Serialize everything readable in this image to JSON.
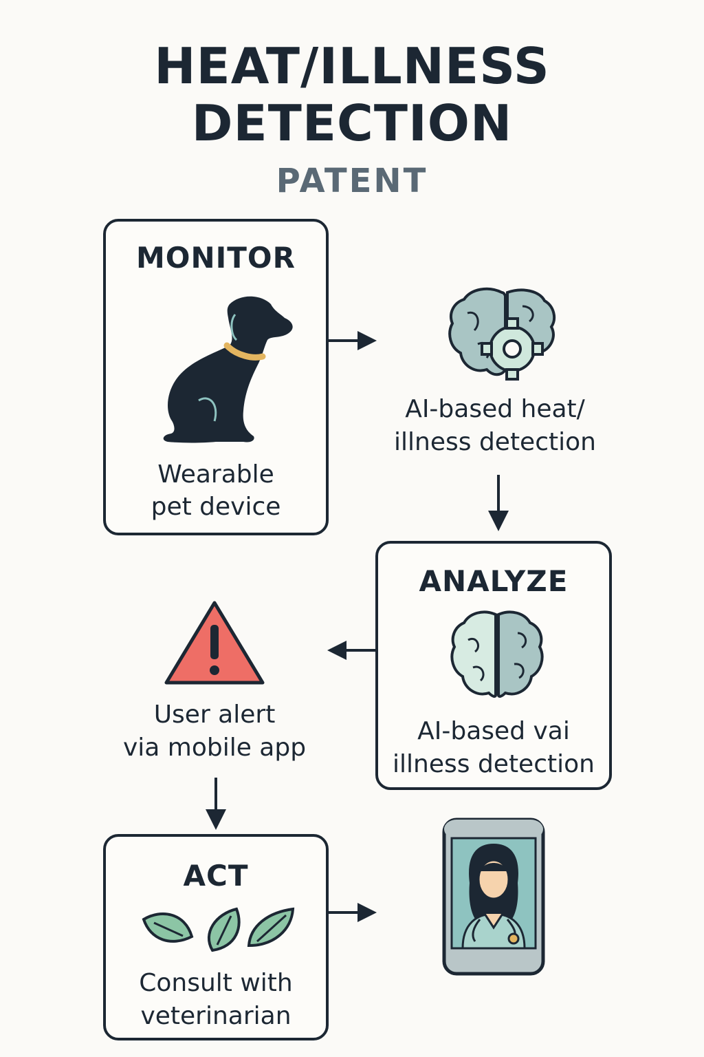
{
  "header": {
    "title_line1": "HEAT/ILLNESS",
    "title_line2": "DETECTION",
    "subtitle": "PATENT"
  },
  "monitor": {
    "heading": "MONITOR",
    "icon": "dog-icon",
    "caption_line1": "Wearable",
    "caption_line2": "pet device"
  },
  "ai_detection": {
    "icon": "brain-gear-icon",
    "caption_line1": "AI-based heat/",
    "caption_line2": "illness detection"
  },
  "analyze": {
    "heading": "ANALYZE",
    "icon": "brain-icon",
    "caption_line1": "AI-based vai",
    "caption_line2": "illness detection"
  },
  "alert": {
    "icon": "warning-icon",
    "caption_line1": "User alert",
    "caption_line2": "via mobile app"
  },
  "act": {
    "heading": "ACT",
    "icon": "leaves-icon",
    "caption_line1": "Consult with",
    "caption_line2": "veterinarian"
  },
  "veterinarian_phone": {
    "icon": "phone-veterinarian-icon"
  },
  "colors": {
    "ink": "#1c2733",
    "subtitle": "#5a6975",
    "collar": "#e3b560",
    "brain": "#a9c5c4",
    "gear": "#cfe8dc",
    "warning": "#ee6e66",
    "leaf": "#8cc5a5",
    "phone_screen": "#8ec3c0"
  }
}
